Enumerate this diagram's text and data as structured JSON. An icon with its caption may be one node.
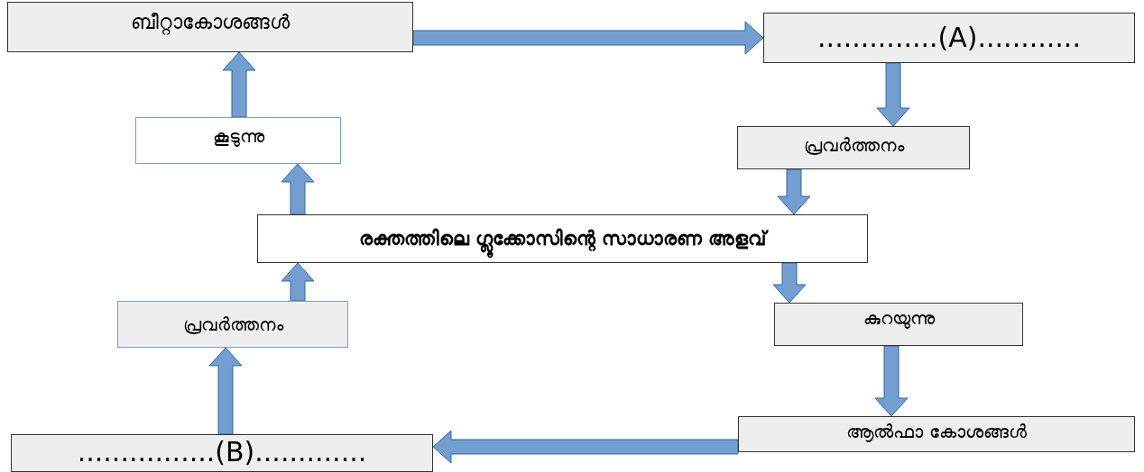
{
  "diagram": {
    "nodes": [
      {
        "text": [
          "ബീറ്റാകോശങ്ങൾ"
        ]
      },
      {
        "text": [
          "..............(A)............"
        ]
      },
      {
        "text": [
          "കൂടുന്നു"
        ]
      },
      {
        "text": [
          "പ്രവർത്തനം"
        ]
      },
      {
        "text": [
          "രക്തത്തിലെ ഗ്ലൂക്കോസിന്റെ സാധാരണ അളവ്"
        ]
      },
      {
        "text": [
          "പ്രവർത്തനം"
        ]
      },
      {
        "text": [
          "കുറയുന്നു"
        ]
      },
      {
        "text": [
          "ആൽഫാ കോശങ്ങൾ"
        ]
      },
      {
        "text": [
          "................(B)............."
        ]
      }
    ],
    "edges": [
      {
        "from": 0,
        "to": 1,
        "arrow": "to"
      },
      {
        "from": 1,
        "to": 3,
        "arrow": "to"
      },
      {
        "from": 3,
        "to": 4,
        "arrow": "to"
      },
      {
        "from": 4,
        "to": 6,
        "arrow": "to"
      },
      {
        "from": 6,
        "to": 7,
        "arrow": "to"
      },
      {
        "from": 7,
        "to": 8,
        "arrow": "to"
      },
      {
        "from": 8,
        "to": 5,
        "arrow": "to"
      },
      {
        "from": 5,
        "to": 4,
        "arrow": "to"
      },
      {
        "from": 4,
        "to": 2,
        "arrow": "to"
      },
      {
        "from": 2,
        "to": 0,
        "arrow": "to"
      }
    ]
  }
}
